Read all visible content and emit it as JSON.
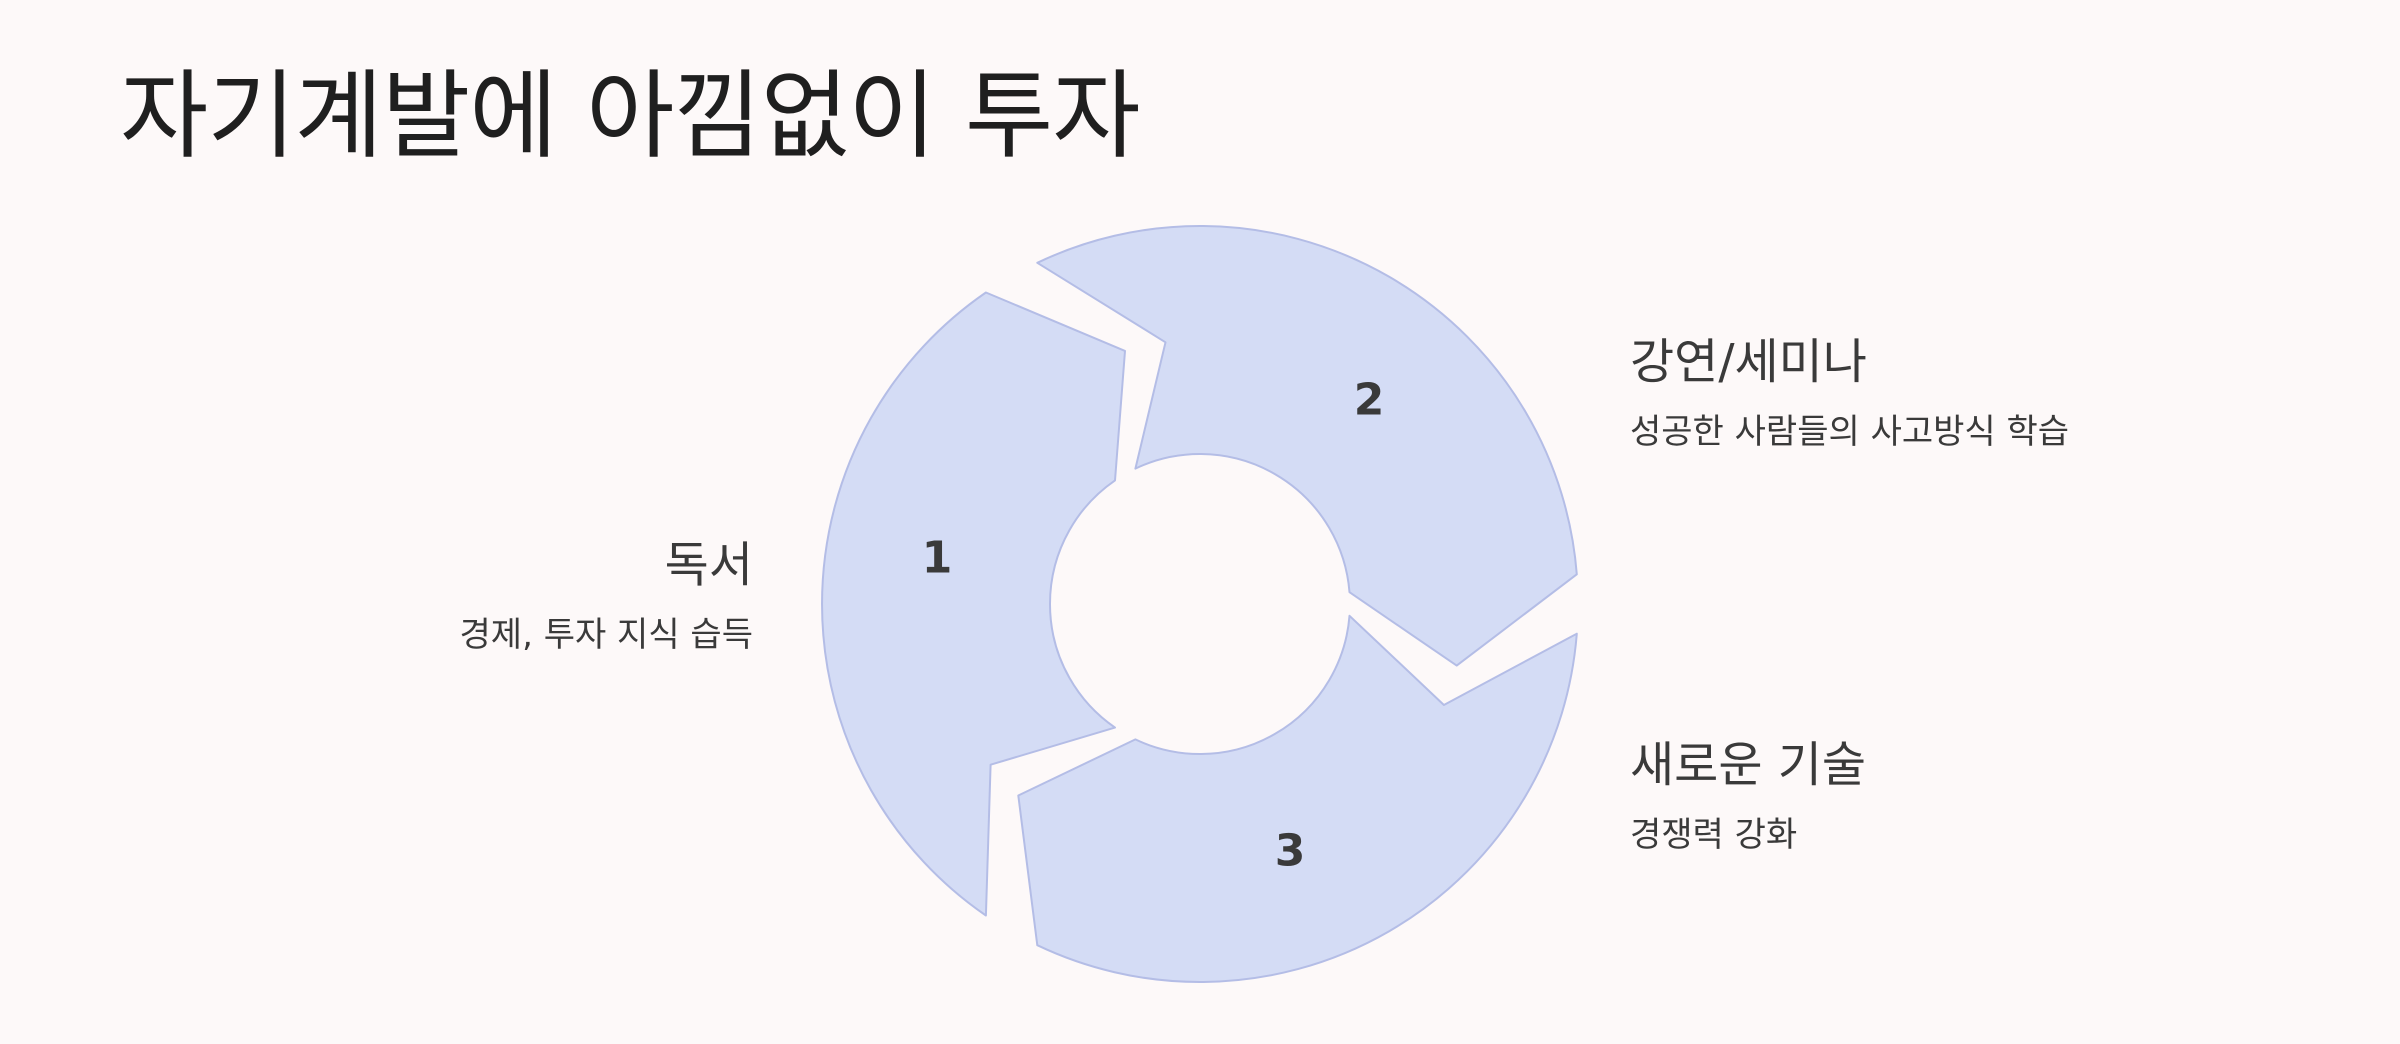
{
  "title": "자기계발에 아낌없이 투자",
  "diagram": {
    "segments": [
      {
        "number": "1",
        "heading": "독서",
        "description": "경제, 투자 지식 습득"
      },
      {
        "number": "2",
        "heading": "강연/세미나",
        "description": "성공한 사람들의 사고방식 학습"
      },
      {
        "number": "3",
        "heading": "새로운 기술",
        "description": "경쟁력 강화"
      }
    ],
    "fill_color": "#d4dcf5",
    "stroke_color": "#b4bde6"
  }
}
